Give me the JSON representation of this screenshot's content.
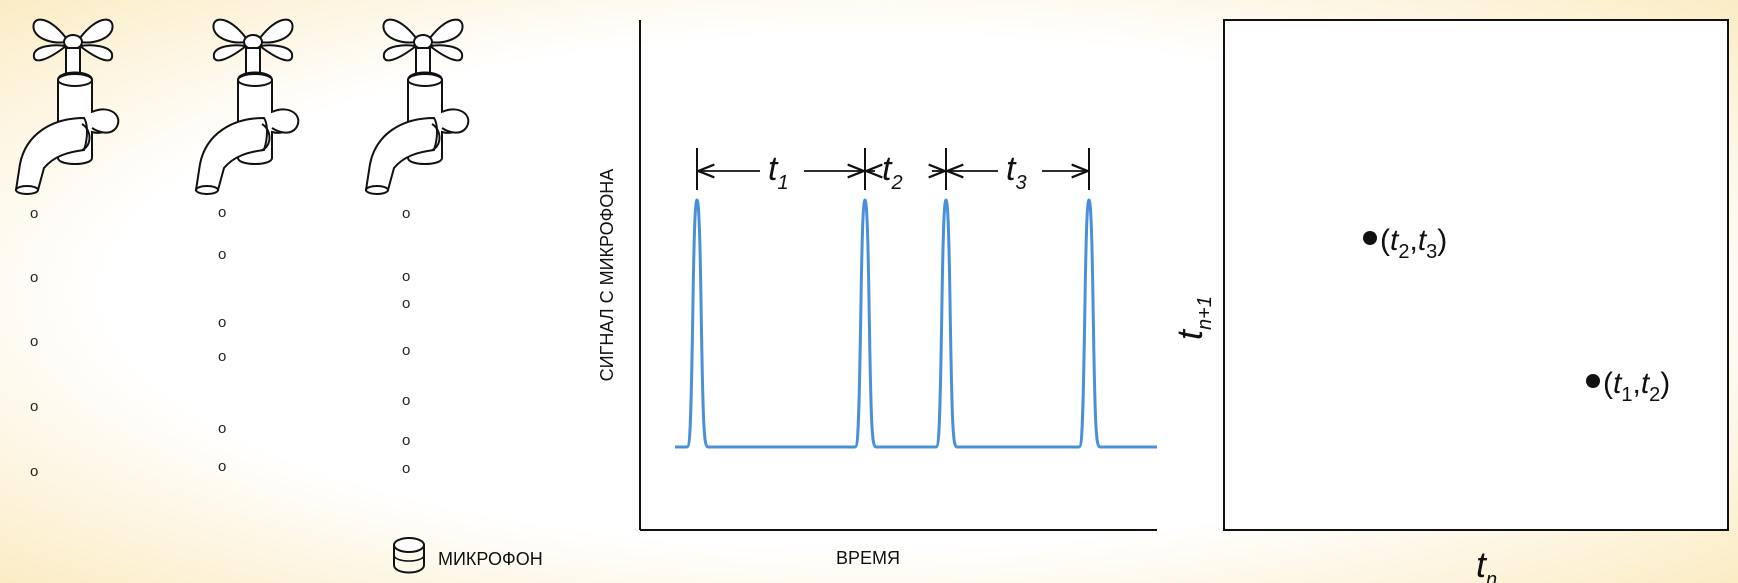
{
  "faucets": [
    {
      "name": "faucet-1",
      "drops": [
        "o",
        "o",
        "o",
        "o",
        "o"
      ]
    },
    {
      "name": "faucet-2",
      "drops": [
        "o",
        "o",
        "o",
        "o",
        "o",
        "o"
      ]
    },
    {
      "name": "faucet-3",
      "drops": [
        "o",
        "o",
        "o",
        "o",
        "o",
        "o",
        "o"
      ]
    }
  ],
  "microphone": {
    "label": "МИКРОФОН",
    "icon": "microphone-icon"
  },
  "signal_chart": {
    "ylabel": "СИГНАЛ С МИКРОФОНА",
    "xlabel": "ВРЕМЯ",
    "line_color": "#4a90d9",
    "intervals": [
      {
        "symbol": "t",
        "sub": "1"
      },
      {
        "symbol": "t",
        "sub": "2"
      },
      {
        "symbol": "t",
        "sub": "3"
      }
    ]
  },
  "return_map": {
    "xlabel": {
      "symbol": "t",
      "sub": "n"
    },
    "ylabel": {
      "symbol": "t",
      "sub": "n+1"
    },
    "points": [
      {
        "a": {
          "symbol": "t",
          "sub": "2"
        },
        "b": {
          "symbol": "t",
          "sub": "3"
        }
      },
      {
        "a": {
          "symbol": "t",
          "sub": "1"
        },
        "b": {
          "symbol": "t",
          "sub": "2"
        }
      }
    ]
  }
}
